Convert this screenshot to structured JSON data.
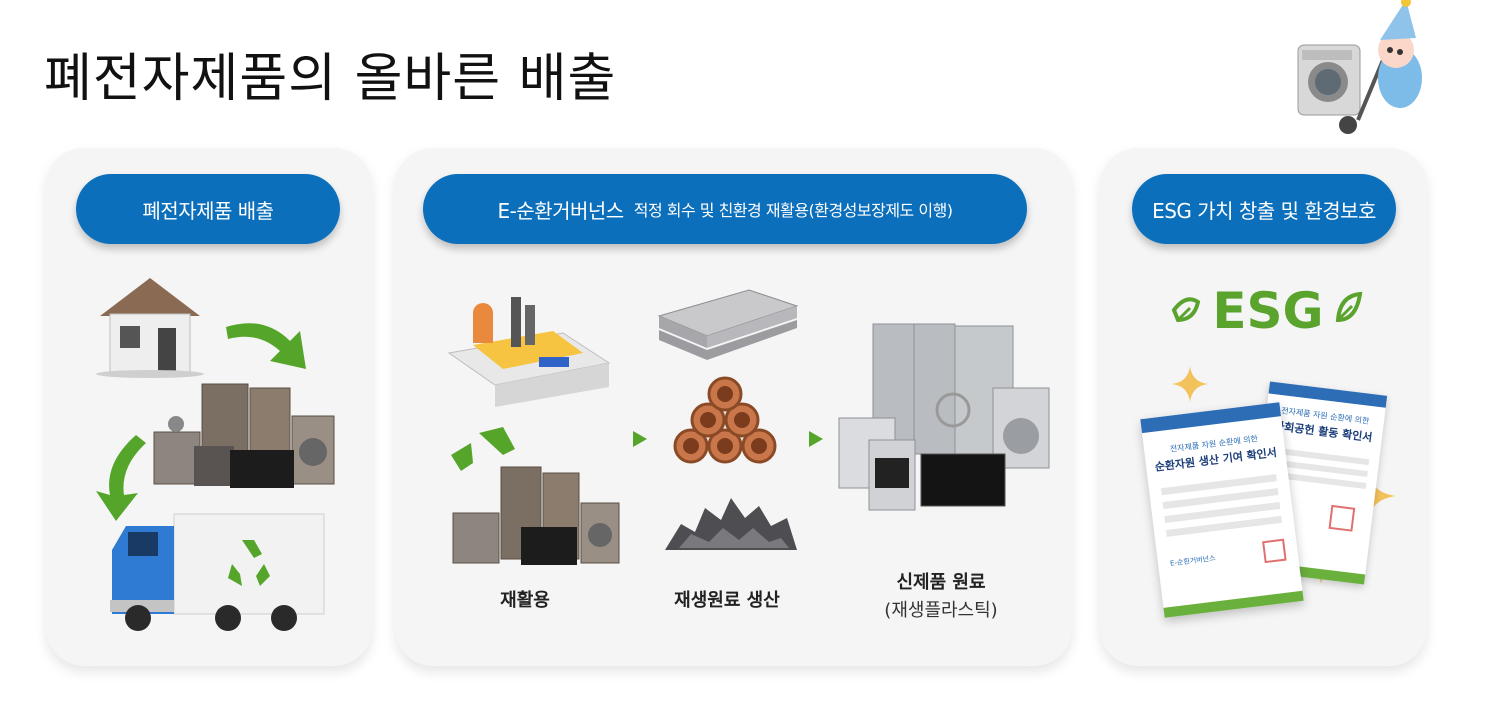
{
  "page": {
    "title": "폐전자제품의 올바른 배출"
  },
  "cards": {
    "left": {
      "pill": "폐전자제품 배출"
    },
    "middle": {
      "pill_main": "E-순환거버넌스",
      "pill_sub": "적정 회수 및 친환경 재활용(환경성보장제도 이행)",
      "step1": "재활용",
      "step2": "재생원료 생산",
      "step3": "신제품 원료",
      "step3_sub": "(재생플라스틱)"
    },
    "right": {
      "pill": "ESG 가치 창출 및 환경보호",
      "logo_text": "ESG",
      "doc_front_sub": "전자제품 자원 순환에 의한",
      "doc_front_title": "순환자원 생산 기여 확인서",
      "doc_back_sub": "전자제품 자원 순환에 의한",
      "doc_back_title": "사회공헌 활동 확인서",
      "doc_footer": "E-순환거버넌스"
    }
  },
  "colors": {
    "pill_blue": "#0c6fbc",
    "esg_green": "#5aa32c",
    "arrow_green": "#55a52a"
  }
}
